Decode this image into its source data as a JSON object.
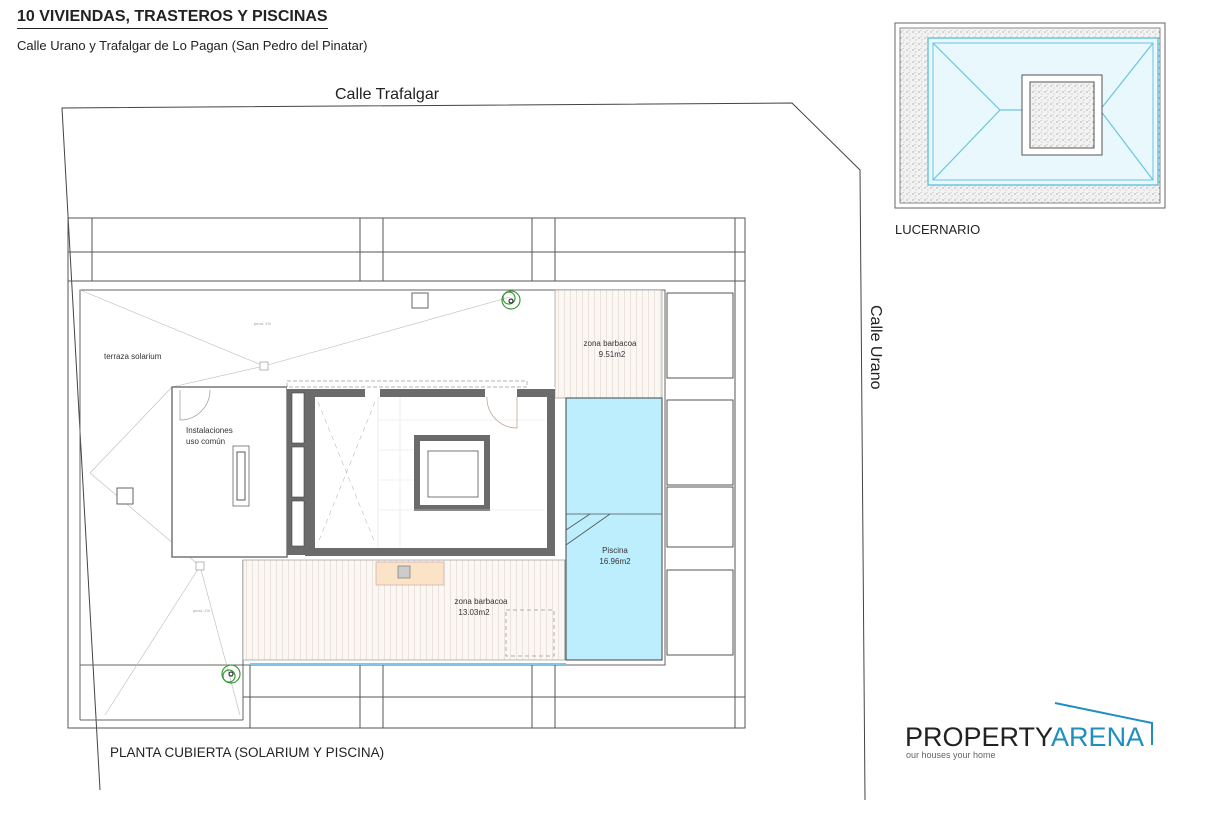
{
  "header": {
    "title": "10 VIVIENDAS, TRASTEROS Y PISCINAS",
    "subtitle": "Calle Urano y Trafalgar de Lo Pagan (San Pedro del Pinatar)"
  },
  "streets": {
    "north": "Calle Trafalgar",
    "east": "Calle Urano"
  },
  "plan": {
    "caption": "PLANTA CUBIERTA (SOLARIUM Y PISCINA)",
    "rooms": {
      "terraza": "terraza solarium",
      "instalaciones_1": "Instalaciones",
      "instalaciones_2": "uso común",
      "barbacoa_top_name": "zona barbacoa",
      "barbacoa_top_area": "9.51m2",
      "barbacoa_bottom_name": "zona barbacoa",
      "barbacoa_bottom_area": "13.03m2",
      "piscina_name": "Piscina",
      "piscina_area": "16.96m2",
      "slope_1": "pend. 1%",
      "slope_2": "pend. 1%"
    },
    "colors": {
      "pool": "#bdeefd",
      "walls": "#6b6b6b",
      "kitchen": "#fbe3c7",
      "plants": "#3a9a3a"
    }
  },
  "skylight": {
    "label": "LUCERNARIO"
  },
  "logo": {
    "word1": "PROPERTY",
    "word2": "ARENA",
    "tagline": "our houses your home",
    "accent": "#1e8fc0"
  }
}
